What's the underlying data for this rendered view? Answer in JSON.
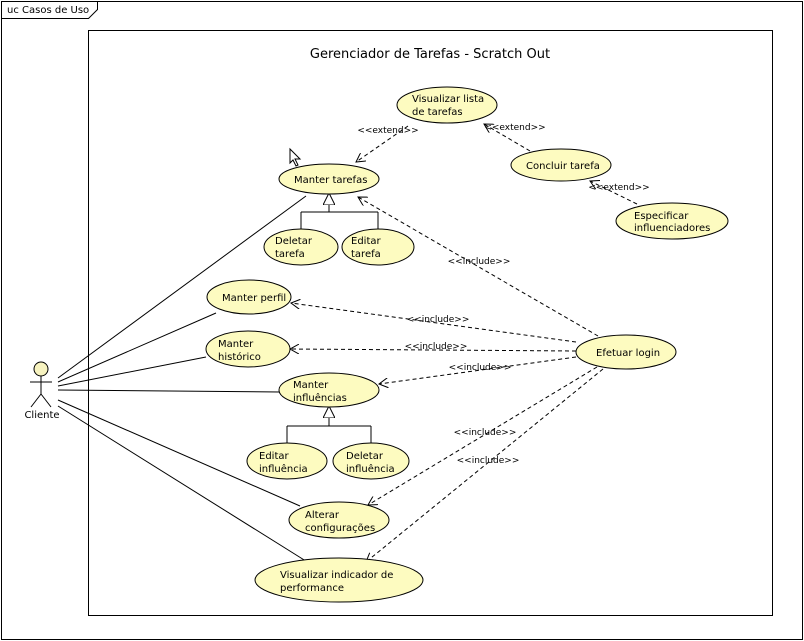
{
  "diagram": {
    "frame_label": "uc Casos de Uso",
    "system_title": "Gerenciador de Tarefas - Scratch Out",
    "actor": {
      "label": "Cliente"
    },
    "use_cases": {
      "visualizar_lista": [
        "Visualizar lista",
        "de tarefas"
      ],
      "manter_tarefas": [
        "Manter tarefas"
      ],
      "concluir_tarefa": [
        "Concluir tarefa"
      ],
      "especificar_influenciadores": [
        "Especificar",
        "influenciadores"
      ],
      "deletar_tarefa": [
        "Deletar",
        "tarefa"
      ],
      "editar_tarefa": [
        "Editar",
        "tarefa"
      ],
      "manter_perfil": [
        "Manter perfil"
      ],
      "manter_historico": [
        "Manter",
        "histórico"
      ],
      "efetuar_login": [
        "Efetuar login"
      ],
      "manter_influencias": [
        "Manter",
        "influências"
      ],
      "editar_influencia": [
        "Editar",
        "influência"
      ],
      "deletar_influencia": [
        "Deletar",
        "influência"
      ],
      "alterar_configuracoes": [
        "Alterar",
        "configurações"
      ],
      "visualizar_indicador": [
        "Visualizar indicador de",
        "performance"
      ]
    },
    "relations": {
      "extend_lista_manter": "<<extend>>",
      "extend_concluir_lista": "<<extend>>",
      "extend_especificar_concluir": "<<extend>>",
      "include_login_tarefas": "<<include>>",
      "include_login_perfil": "<<include>>",
      "include_login_historico": "<<include>>",
      "include_login_influencias": "<<include>>",
      "include_login_configuracoes": "<<include>>",
      "include_login_indicador": "<<include>>"
    },
    "colors": {
      "use_case_fill": "#fdfbc0",
      "stroke": "#000000",
      "actor_head_fill": "#f7f3c0"
    }
  }
}
